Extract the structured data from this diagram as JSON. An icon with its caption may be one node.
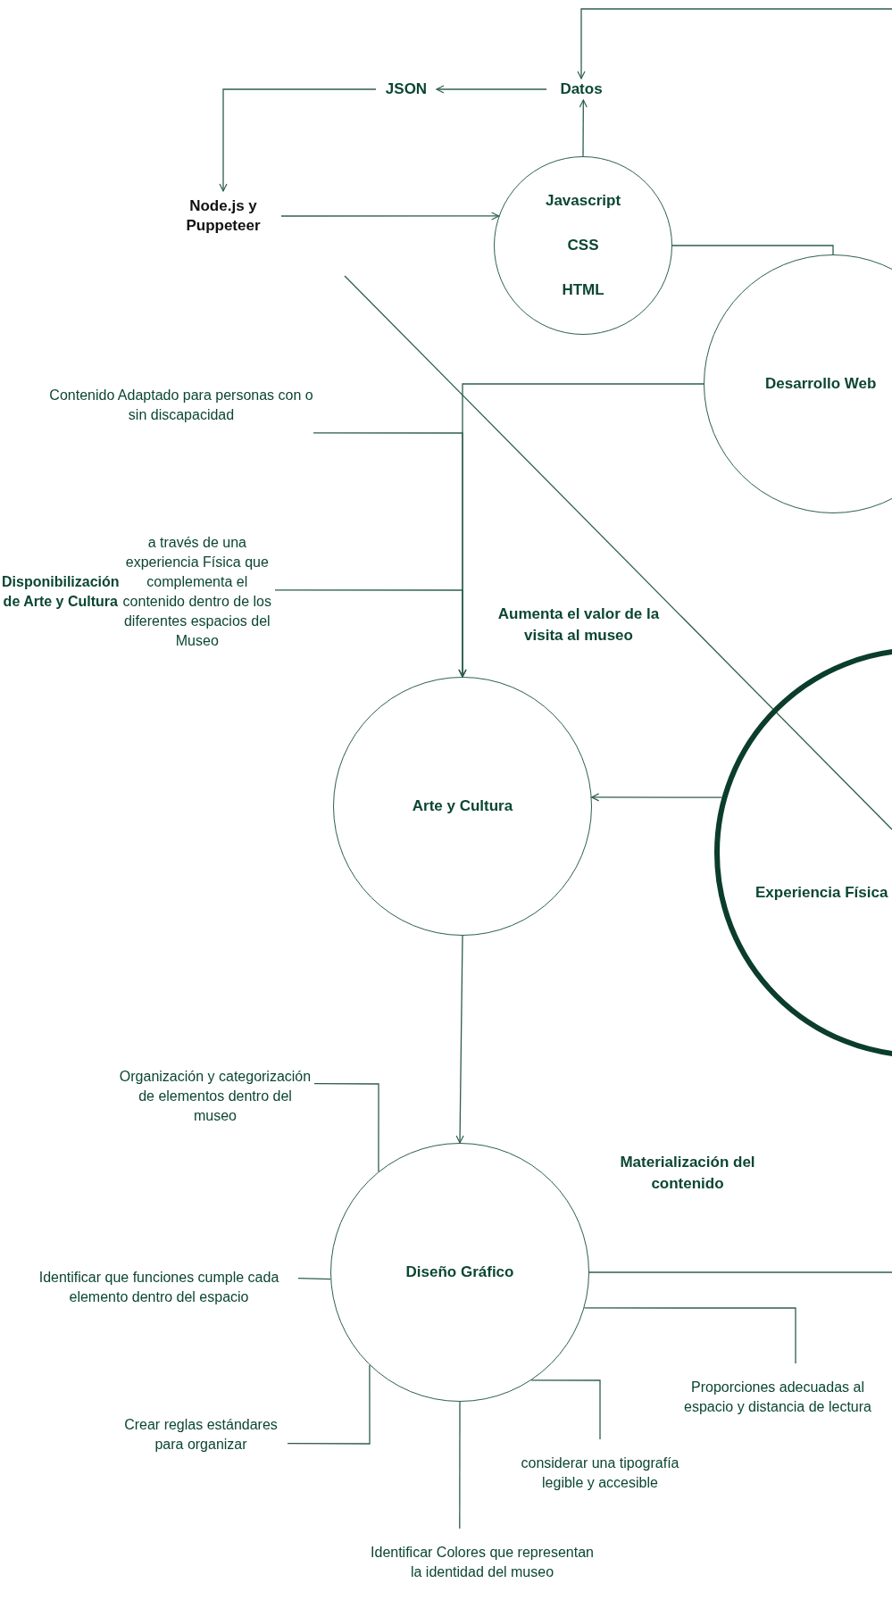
{
  "diagram": {
    "nodes": [
      {
        "text": [
          "Datos"
        ]
      },
      {
        "text": [
          "JSON"
        ]
      },
      {
        "text": [
          "Node.js y Puppeteer"
        ]
      },
      {
        "text": [
          "Javascript",
          "CSS",
          "HTML"
        ]
      },
      {
        "text": [
          "Desarrollo Web"
        ]
      },
      {
        "text": [
          "Contenido Adaptado para personas con o sin discapacidad"
        ]
      },
      {
        "text": [
          "**Disponibilización de Arte y Cultura** a través de una experiencia Física que complementa el contenido dentro de los diferentes espacios del Museo"
        ]
      },
      {
        "text": [
          "Arte y Cultura"
        ]
      },
      {
        "text": [
          "Experiencia Física"
        ]
      },
      {
        "text": [
          "Organización y categorización de elementos dentro del museo"
        ]
      },
      {
        "text": [
          "Diseño Gráfico"
        ]
      },
      {
        "text": [
          "Identificar que funciones cumple cada elemento dentro del espacio"
        ]
      },
      {
        "text": [
          "Crear reglas estándares para organizar"
        ]
      },
      {
        "text": [
          "considerar una tipografía legible y accesible"
        ]
      },
      {
        "text": [
          "Identificar Colores que representan la identidad del museo"
        ]
      },
      {
        "text": [
          "Proporciones adecuadas al espacio y distancia de lectura"
        ]
      }
    ],
    "edges": [
      {
        "from": null,
        "to": 0,
        "arrow": "to"
      },
      {
        "from": 3,
        "to": 0,
        "arrow": "to"
      },
      {
        "from": 0,
        "to": 1,
        "arrow": "to"
      },
      {
        "from": 1,
        "to": 2,
        "arrow": "to"
      },
      {
        "from": 2,
        "to": 3,
        "arrow": "to"
      },
      {
        "from": 3,
        "to": 4,
        "arrow": "none"
      },
      {
        "from": 4,
        "to": 7,
        "arrow": "to"
      },
      {
        "from": 5,
        "to": 7,
        "arrow": "to"
      },
      {
        "from": 6,
        "to": 7,
        "arrow": "to"
      },
      {
        "from": 8,
        "to": 7,
        "arrow": "to"
      },
      {
        "from": 7,
        "to": 10,
        "arrow": "to"
      },
      {
        "from": 10,
        "to": null,
        "arrow": "none"
      },
      {
        "from": 9,
        "to": 10,
        "arrow": "none"
      },
      {
        "from": 11,
        "to": 10,
        "arrow": "none"
      },
      {
        "from": 12,
        "to": 10,
        "arrow": "none"
      },
      {
        "from": 14,
        "to": 10,
        "arrow": "none"
      },
      {
        "from": 13,
        "to": 10,
        "arrow": "none"
      },
      {
        "from": 15,
        "to": 10,
        "arrow": "none"
      }
    ],
    "labels": [
      "Aumenta el valor de la visita al museo",
      "Materialización del contenido"
    ]
  }
}
